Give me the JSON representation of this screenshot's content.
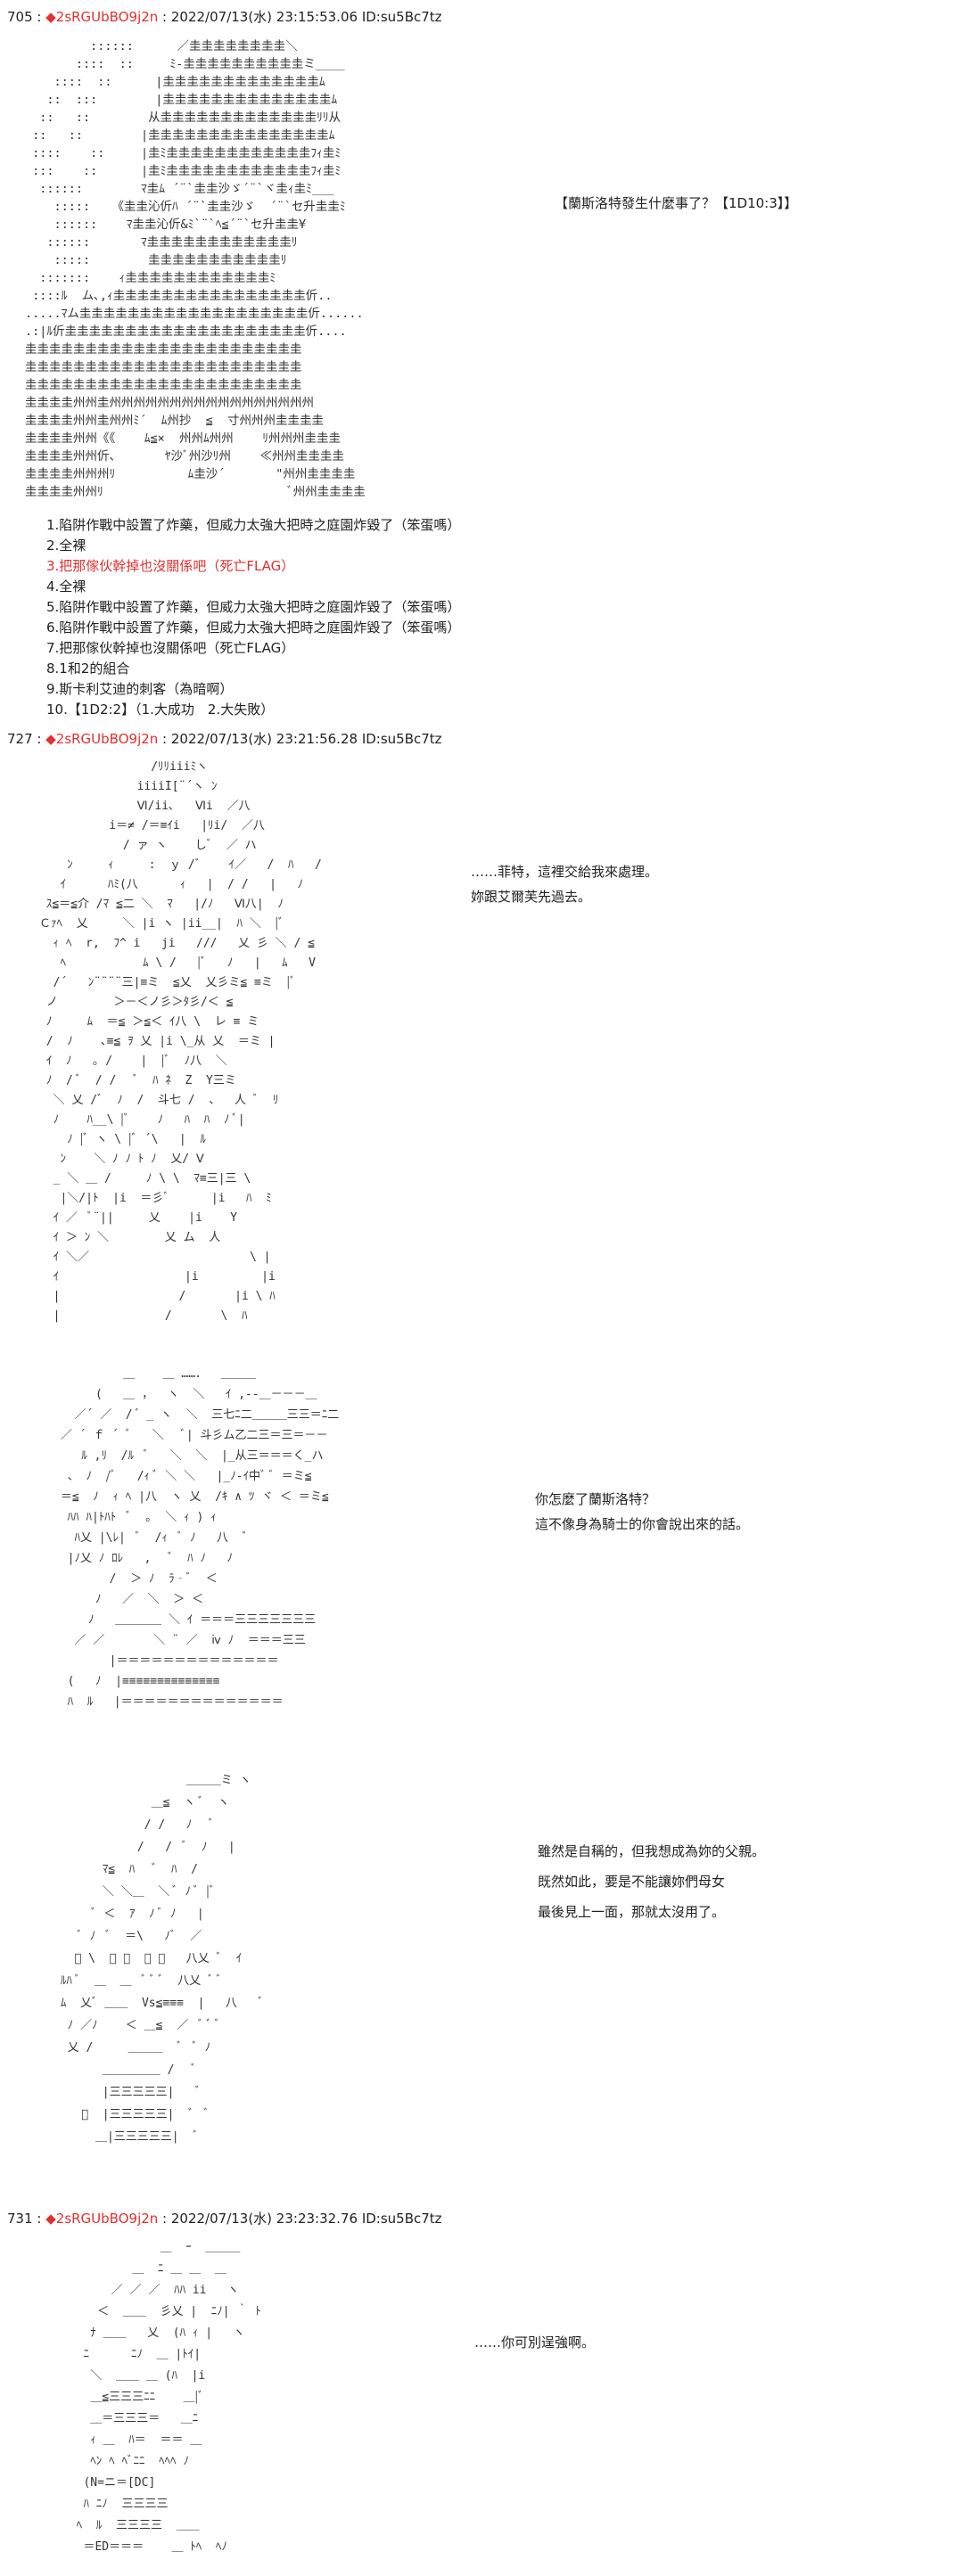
{
  "posts": [
    {
      "number": "705",
      "name": "2sRGUbBO9j2n",
      "datetime": "2022/07/13(水) 23:15:53.06",
      "id": "ID:su5Bc7tz"
    },
    {
      "number": "727",
      "name": "2sRGUbBO9j2n",
      "datetime": "2022/07/13(水) 23:21:56.28",
      "id": "ID:su5Bc7tz"
    },
    {
      "number": "731",
      "name": "2sRGUbBO9j2n",
      "datetime": "2022/07/13(水) 23:23:32.76",
      "id": "ID:su5Bc7tz"
    }
  ],
  "post1": {
    "title": "【蘭斯洛特發生什麼事了？【1D10:3】】",
    "choices": [
      "1.陷阱作戰中設置了炸藥，但威力太強大把時之庭園炸毀了（笨蛋嗎）",
      "2.全裸",
      "3.把那傢伙幹掉也沒關係吧（死亡FLAG）",
      "4.全裸",
      "5.陷阱作戰中設置了炸藥，但威力太強大把時之庭園炸毀了（笨蛋嗎）",
      "6.陷阱作戰中設置了炸藥，但威力太強大把時之庭園炸毀了（笨蛋嗎）",
      "7.把那傢伙幹掉也沒關係吧（死亡FLAG）",
      "8.1和2的組合",
      "9.斯卡利艾迪的刺客（為暗啊）",
      "10.【1D2:2】（1.大成功　2.大失敗）"
    ],
    "highlight_color": "#e0302f"
  },
  "post2": {
    "lines_a": [
      "……菲特，這裡交給我來處理。",
      "妳跟艾爾芙先過去。"
    ],
    "lines_b": [
      "你怎麼了蘭斯洛特？",
      "這不像身為騎士的你會說出來的話。"
    ],
    "lines_c": [
      "雖然是自稱的，但我想成為妳的父親。",
      "既然如此，要是不能讓妳們母女",
      "最後見上一面，那就太沒用了。"
    ]
  },
  "post3": {
    "lines": [
      "……你可別逞強啊。"
    ]
  },
  "ascii_art": {
    "art1": "         ::::::      ／圭圭圭圭圭圭圭圭＼\n       ::::  ::     ﾐ-圭圭圭圭圭圭圭圭圭圭ミ____\n    ::::  ::      |圭圭圭圭圭圭圭圭圭圭圭圭圭ﾑ\n   ::  :::        |圭圭圭圭圭圭圭圭圭圭圭圭圭圭ﾑ\n  ::   ::        从圭圭圭圭圭圭圭圭圭圭圭圭圭ﾘﾘ从\n ::   ::        |圭圭圭圭圭圭圭圭圭圭圭圭圭圭圭ﾑ\n ::::    ::     |圭ﾐ圭圭圭圭圭圭圭圭圭圭圭圭ﾌｨ圭ﾐ\n :::    ::      |圭ﾐ圭圭圭圭圭圭圭圭圭圭圭圭ﾌｨ圭ﾐ\n  ::::::        ﾏ圭ﾑ ´¨`圭圭沙ゞ´¨`ヾ圭ｨ圭ﾐ___\n    :::::   《圭圭沁伒ﾊ ´¨`圭圭沙ゞ  ´¨`セ升圭圭ﾐ\n    ::::::    ﾏ圭圭沁伒&ﾐ`¨`ﾍ≦´¨`セ升圭圭¥\n   ::::::       ﾏ圭圭圭圭圭圭圭圭圭圭圭圭ﾘ\n    :::::        圭圭圭圭圭圭圭圭圭圭圭ﾘ\n  :::::::    ｨ圭圭圭圭圭圭圭圭圭圭圭圭ﾐ\n ::::ﾙ  ム､,ｨ圭圭圭圭圭圭圭圭圭圭圭圭圭圭圭圭伒..\n.....ﾏム圭圭圭圭圭圭圭圭圭圭圭圭圭圭圭圭圭圭圭伒......\n.:|ﾙ伒圭圭圭圭圭圭圭圭圭圭圭圭圭圭圭圭圭圭圭圭伒....\n圭圭圭圭圭圭圭圭圭圭圭圭圭圭圭圭圭圭圭圭圭圭圭\n圭圭圭圭圭圭圭圭圭圭圭圭圭圭圭圭圭圭圭圭圭圭圭\n圭圭圭圭圭圭圭圭圭圭圭圭圭圭圭圭圭圭圭圭圭圭圭\n圭圭圭圭州州圭州州州州州州州州州州州州州州州州州\n圭圭圭圭州州圭州州ﾐ´  ﾑ州抄  ≦  寸州州州圭圭圭圭\n圭圭圭圭州州《《    ﾑ≦×  州州ﾑ州州    ﾘ州州州圭圭圭\n圭圭圭圭州州伒、      ﾔ沙ﾞ州沙ﾘ州    ≪州州圭圭圭圭\n圭圭圭圭州州州ﾘ          ﾑ圭沙´       \"州州圭圭圭圭\n圭圭圭圭州州ﾘ                          ﾞ州州圭圭圭圭",
    "art2": "                /ﾘﾘiiiﾐヽ\n              iiiiI[¨´ヽ ﾝ\n              Ⅵ/ii､   Ⅵi  ／八\n          i＝≠ /＝≡ｲi   |ﾘi/  ／八\n            / ァ ヽ    しﾞ  ／ ハ\n    ﾝ     ｨ     :  ｙ /ﾞ    ｲ／   /  ﾊ   /\n   ｲ      ﾊﾐ(八      ｨ   |  / /   |   ﾉ\n ｽ≦＝≦介 /ﾏ ≦二 ＼  ﾏ   |/ﾉ   Ⅵ八|  ﾉ\nＣｧﾍ  乂     ＼ |i ヽ |ii__|  ﾊ ＼  |ﾞ\n  ｨ ﾍ  r,  ﾌ^ i   ji   ///   乂 彡 ＼ / ≦\n   ﾍ           ﾑ \\ /   |ﾞ   ﾉ   |   ﾑ   V\n  /´   ﾝ¨¨¨¨三|≡ミ  ≦乂  乂彡ミ≦ ≡ミ  |ﾞ\n ノ        ＞－＜ノ彡＞ﾀ彡/＜ ≦\n ﾉ     ﾑ  ＝≦ ＞≦＜ ｲ八 \\  レ ≡ ミ\n /  ﾉ    ､≡≦ ｦ 乂 |i \\_从 乂  ＝ミ |\n ｲ  ﾉ   ｡ /    |  |ﾞ  ﾉ八  ＼\n ﾉ  / ﾞ  / /   ﾞ  ﾊ ﾈ  Z  Y三ミ\n  ＼ 乂 /ﾞ  ﾉ  /  斗七 /  、  人 ﾞ  ﾘ\n  ﾉ    ﾊ__\\ |ﾞ    ﾉ   ﾊ  ﾊ  ﾉ ﾞ|\n    ﾉ |ﾞ ヽ \\ |ﾞ ´\\   |  ﾙ\n   ﾝ    ＼ ﾉ ﾉ ﾄ ﾉ  乂/ Ⅴ\n  _ ＼ ＿ /     ﾉ \\ \\  ﾏ≡三|三 \\\n   |＼/|ﾄ  |i  ＝彡ﾞ      |i   ﾊ  ﾐ\n  ｲ ／  ﾞ¨||     乂    |i    Y\n  ｲ ＞ ﾝ ＼        乂 ム  人\n  ｲ ＼／                       \\ |\n  ｲ                  |i         |i\n  |                 /       |i \\ ﾊ\n  |               /       \\  ﾊ",
    "art3": "          ＿    ＿ ……．  ＿＿＿\n      (   ＿ ，  ヽ  ＼   ｲ ,--＿－－－＿\n   ／´ ／  /´ _ ヽ  ＼  三七ﾆ二＿＿＿三三＝ﾆ二\n ／ ´ ｆ ´ ﾞ   ＼   ﾞ| 斗彡ム乙二三＝三＝－－\n    ﾙ ,ﾘ  /ﾙ  ﾞ   ＼  ＼  |_从三＝＝＝く_ハ\n  、 ﾉ  /ﾞ   /ｨ ﾞ ＼ ＼   |_ﾉ-ｲ中ﾞ ﾞ ＝ミ≦\n ＝≦  ﾉ  ｨ ﾍ |八  ヽ 乂  /ｷ ∧ ﾂ ヾ ＜ ＝ミ≦\n  ﾊﾊ ﾊ|ﾄﾊﾄ  ﾞ  ｡  ＼ ｨ ) ｨ\n   ﾊ乂 |\\ﾚ|  ﾞ  /ｨ  ﾞ ﾉ   八  ﾞ\n  |ﾉ乂 ﾉ ﾛﾚ   ,   ﾞ  ﾊ ﾉ   ﾉ\n        /  ＞ ﾉ  ﾗ‐ﾞ  ＜\n      ﾉ   ／  ＼  ＞ ＜\n     ﾉ   ＿＿＿＿ ＼ ｲ ＝＝＝三三三三三三三\n   ／ ／       ＼ ¨ ／  ⅳ ﾉ  ＝＝＝三三\n        |＝＝＝＝＝＝＝＝＝＝＝＝＝＝\n  (   ﾉ  |≡≡≡≡≡≡≡≡≡≡≡≡≡≡\n  ﾊ  ﾙ   |＝＝＝＝＝＝＝＝＝＝＝＝＝＝",
    "art4": "                   ＿＿＿ミ ヽ\n              ＿≦  ヽ ﾞ  ヽ\n             / /   ﾉ   ﾞ\n            /   /  ﾞ  ﾉ   |\n       ﾏ≦  ﾊ   ﾞ  ﾊ  /\n       ＼ ＼＿  ＼ ﾞ ﾉ ﾞ |ﾞ\n      ﾞ ＜  ｱ  ﾉ ﾞ ﾉ   |\n    ﾞ ﾉ  ﾞ  ＝\\   ﾉﾞ  ／\n   ﾞ \\  ﾞ ﾞ  ﾞ ﾞ   八乂 ﾞ  ｲ\n ﾙﾊ ﾞ  ＿  ＿  ﾞ ﾞ ﾞ  八乂 ﾞ ﾞ\n ﾑ  乂ﾞ ＿＿  Vs≦≡≡≡  |   八   ﾞ\n  ﾉ ／ﾉ    ＜ ＿≦  ／  ﾞ ﾞ ﾞ\n  乂 /     ＿＿＿  ﾞ  ﾞ ﾉ\n       ＿＿＿＿＿ /   ﾞ\n       |三三三三三|   ﾞ\n    ﾞ  |三三三三三|  ﾞ  ﾞ\n      ＿|三三三三三|  ﾞ",
    "art5": "              ＿  ｰ  ＿＿＿\n          ＿  ﾆ ＿ ＿  ＿\n       ／ ／ ／  ﾊﾊ ii   ヽ\n     ＜  ＿＿  彡乂 |  ﾆﾉ| ｀ ﾄ\n    ﾅ ＿＿   乂  (ﾊ ｨ |   ヽ\n   ﾆ      ﾆﾉ  ＿ |ﾄｲ|\n    ＼  ＿＿ ＿ (ﾊ  |i\n    ＿≦三三三ﾆﾆ    ＿|ﾞ\n    ＿＝三三三＝   ＿ﾆ\n    ｨ ＿  ﾊ＝  ＝＝ ＿\n    ﾍﾝ ﾍ ﾍﾞﾆﾆ  ﾍﾍﾍ ﾉ\n   (N=ニ＝[DC]\n   ﾊ ﾆﾉ  三三三三\n  ﾍ  ﾙ  三三三三  ＿＿\n   ＝ED＝＝＝    ＿ ﾄﾍ  ﾍﾉ"
  }
}
